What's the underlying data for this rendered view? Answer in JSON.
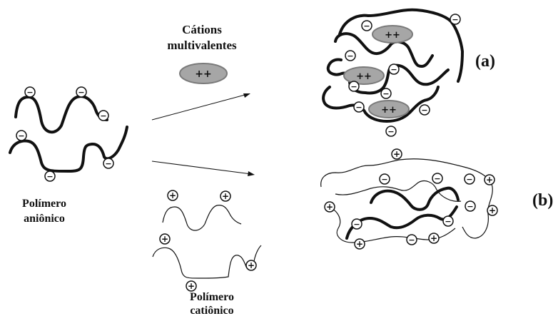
{
  "labels": {
    "cations_line1": "Cátions",
    "cations_line2": "multivalentes",
    "anionic_line1": "Polímero",
    "anionic_line2": "aniônico",
    "cationic_line1": "Polímero",
    "cationic_line2": "catiônico",
    "panel_a": "(a)",
    "panel_b": "(b)"
  },
  "symbols": {
    "cation_charge": "++",
    "negative": "−",
    "positive": "+"
  },
  "colors": {
    "cation_fill": "#a6a6a6",
    "cation_stroke": "#7a7a7a",
    "line": "#111111"
  }
}
